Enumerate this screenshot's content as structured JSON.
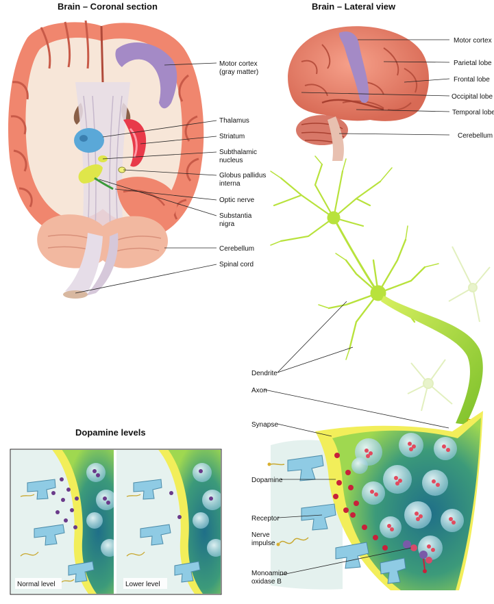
{
  "titles": {
    "coronal": "Brain – Coronal section",
    "lateral": "Brain – Lateral view",
    "dopamine": "Dopamine levels"
  },
  "coronal_labels": {
    "motor_cortex_1": "Motor cortex",
    "motor_cortex_2": "(gray matter)",
    "thalamus": "Thalamus",
    "striatum": "Striatum",
    "subthalamic_1": "Subthalamic",
    "subthalamic_2": "nucleus",
    "globus_1": "Globus pallidus",
    "globus_2": "interna",
    "optic_nerve": "Optic nerve",
    "substantia_1": "Substantia",
    "substantia_2": "nigra",
    "cerebellum": "Cerebellum",
    "spinal_cord": "Spinal cord"
  },
  "lateral_labels": {
    "motor_cortex": "Motor cortex",
    "parietal": "Parietal lobe",
    "frontal": "Frontal lobe",
    "occipital": "Occipital lobe",
    "temporal": "Temporal lobe",
    "cerebellum": "Cerebellum"
  },
  "neuron_labels": {
    "dendrite": "Dendrite",
    "axon": "Axon",
    "synapse": "Synapse",
    "dopamine": "Dopamine",
    "receptor": "Receptor",
    "nerve_impulse_1": "Nerve",
    "nerve_impulse_2": "impulse",
    "mao_1": "Monoamine",
    "mao_2": "oxidase B"
  },
  "dopamine_panel": {
    "normal": "Normal level",
    "lower": "Lower level"
  },
  "colors": {
    "cortex": "#f08c74",
    "white_matter": "#f6e4d6",
    "motor": "#a48ac6",
    "thalamus": "#5aa8d8",
    "striatum": "#e83a4a",
    "globus": "#dfe64a",
    "neuron": "#b8e23c",
    "synapse_wall": "#f2ee5a",
    "receptor": "#8fcbe4",
    "dopamine": "#c8203a"
  }
}
